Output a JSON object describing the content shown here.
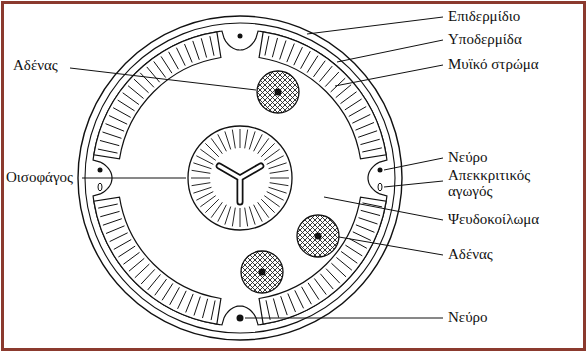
{
  "diagram": {
    "labels": [
      "Επιδερμίδιο",
      "Υποδερμίδα",
      "Αδένας",
      "Μυϊκό στρώμα",
      "Νεύρο",
      "Οισοφάγος",
      "Απεκκριτικός αγωγός",
      "Ψευδοκοίλωμα",
      "Αδένας",
      "Νεύρο"
    ]
  }
}
